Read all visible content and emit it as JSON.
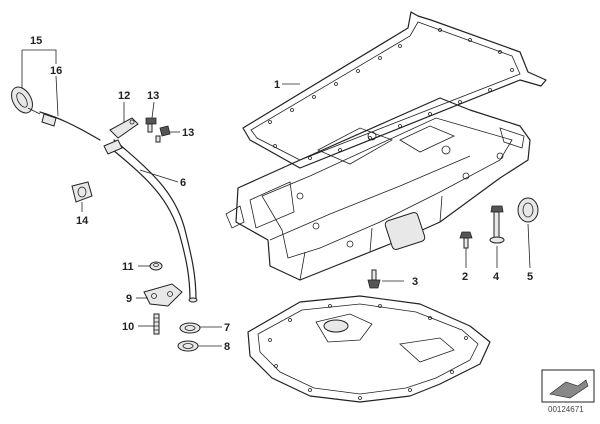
{
  "callouts": {
    "c1": "1",
    "c2": "2",
    "c3": "3",
    "c4": "4",
    "c5": "5",
    "c6": "6",
    "c7": "7",
    "c8": "8",
    "c9": "9",
    "c10": "10",
    "c11": "11",
    "c12": "12",
    "c13a": "13",
    "c13b": "13",
    "c14": "14",
    "c15": "15",
    "c16": "16"
  },
  "document_id": "00124671",
  "icons": {
    "gasket": "oil-pan-gasket-icon",
    "upper_pan": "upper-oil-pan-icon",
    "lower_pan": "lower-oil-pan-icon",
    "dipstick": "dipstick-icon",
    "guide_tube": "dipstick-guide-tube-icon",
    "drain_plug": "drain-plug-icon",
    "filler_cap": "oil-filler-cap-icon"
  }
}
